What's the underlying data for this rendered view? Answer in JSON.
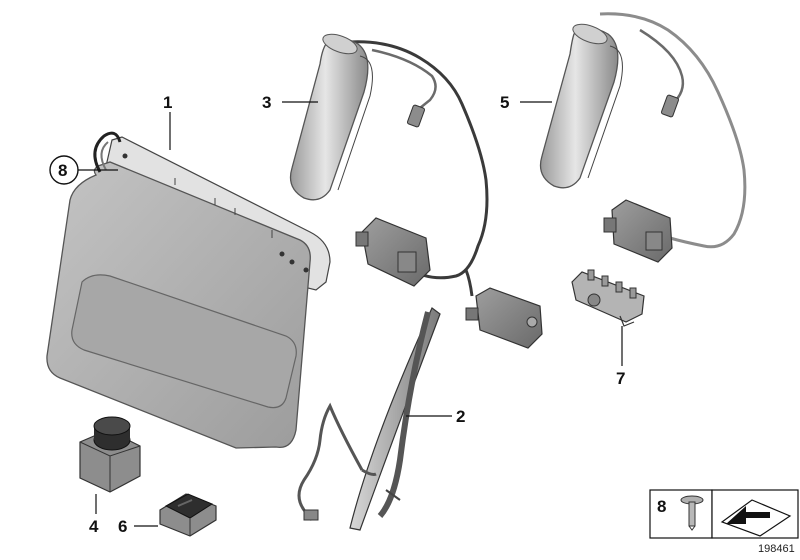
{
  "callouts": {
    "c1": "1",
    "c2": "2",
    "c3": "3",
    "c4": "4",
    "c5": "5",
    "c6": "6",
    "c7": "7",
    "c8": "8"
  },
  "legend": {
    "part_number": "8"
  },
  "diagram_id": "198461",
  "colors": {
    "panel_fill": "#b3b3b3",
    "panel_edge": "#d9d9d9",
    "cable": "#3a3a3a",
    "plastic": "#8c8c8c",
    "outline": "#111111"
  },
  "parts": {
    "1": "seat-back-panel-icon",
    "2": "seat-frame-wire-icon",
    "3": "airbag-module-left-icon",
    "4": "switch-knob-icon",
    "5": "airbag-module-right-icon",
    "6": "rocker-switch-icon",
    "7": "cable-clip-icon",
    "8": "push-rivet-icon"
  }
}
